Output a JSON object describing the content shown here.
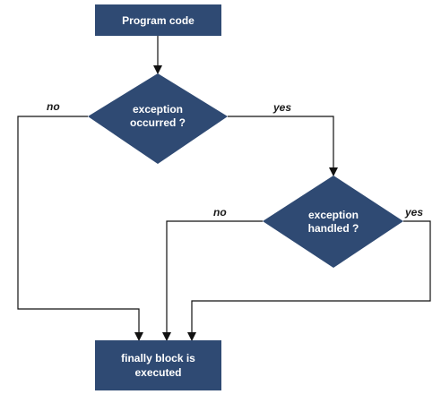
{
  "theme": {
    "node_fill": "#2f4a73",
    "line_color": "#111111"
  },
  "nodes": {
    "program_code": {
      "label": "Program code"
    },
    "exception_occurred": {
      "line1": "exception",
      "line2": "occurred ?"
    },
    "exception_handled": {
      "line1": "exception",
      "line2": "handled ?"
    },
    "finally_block": {
      "line1": "finally block is",
      "line2": "executed"
    }
  },
  "edge_labels": {
    "occurred_no": "no",
    "occurred_yes": "yes",
    "handled_no": "no",
    "handled_yes": "yes"
  }
}
